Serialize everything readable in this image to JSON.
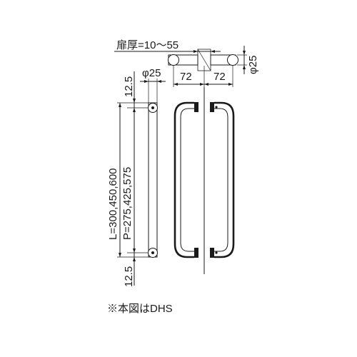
{
  "labels": {
    "door_thickness": "扉厚=10～55",
    "offset_left": "72",
    "offset_right": "72",
    "post_diameter_top": "φ25",
    "post_diameter_side": "φ25",
    "end_top": "12.5",
    "end_bottom": "12.5",
    "length": "L=300,450,600",
    "pitch": "P=275,425,575",
    "note": "※本図はDHS"
  },
  "colors": {
    "line": "#1a1a1a",
    "background": "#ffffff"
  }
}
